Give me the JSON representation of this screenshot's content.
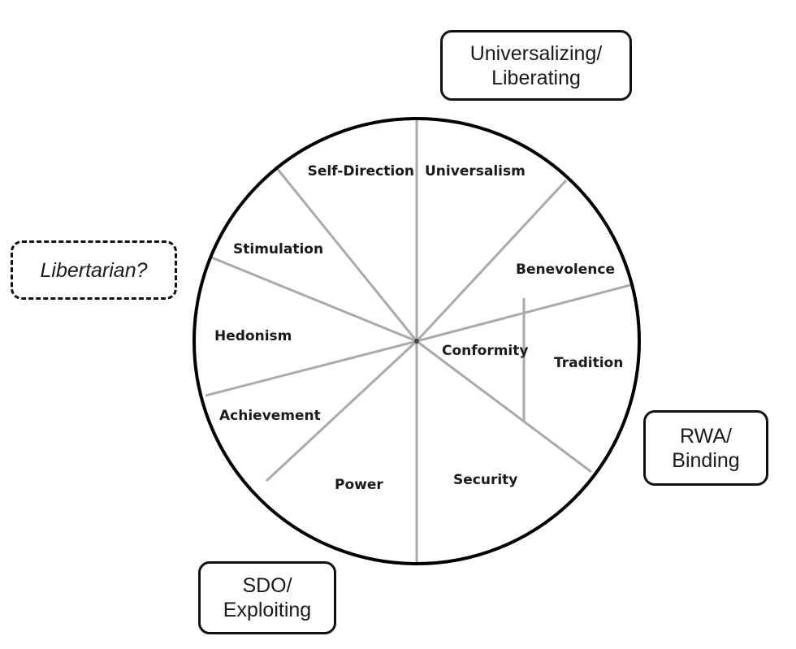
{
  "diagram": {
    "type": "value-circumplex",
    "colors": {
      "circle": "#000000",
      "spoke": "#aaaaaa",
      "text": "#1a1a1a"
    },
    "segments": [
      {
        "label": "Self-Direction"
      },
      {
        "label": "Universalism"
      },
      {
        "label": "Benevolence"
      },
      {
        "label": "Conformity"
      },
      {
        "label": "Tradition"
      },
      {
        "label": "Security"
      },
      {
        "label": "Power"
      },
      {
        "label": "Achievement"
      },
      {
        "label": "Hedonism"
      },
      {
        "label": "Stimulation"
      }
    ],
    "outer_boxes": [
      {
        "id": "universalizing",
        "lines": [
          "Universalizing/",
          "Liberating"
        ],
        "style": "solid"
      },
      {
        "id": "libertarian",
        "lines": [
          "Libertarian?"
        ],
        "style": "dashed"
      },
      {
        "id": "rwa",
        "lines": [
          "RWA/",
          "Binding"
        ],
        "style": "solid"
      },
      {
        "id": "sdo",
        "lines": [
          "SDO/",
          "Exploiting"
        ],
        "style": "solid"
      }
    ]
  }
}
